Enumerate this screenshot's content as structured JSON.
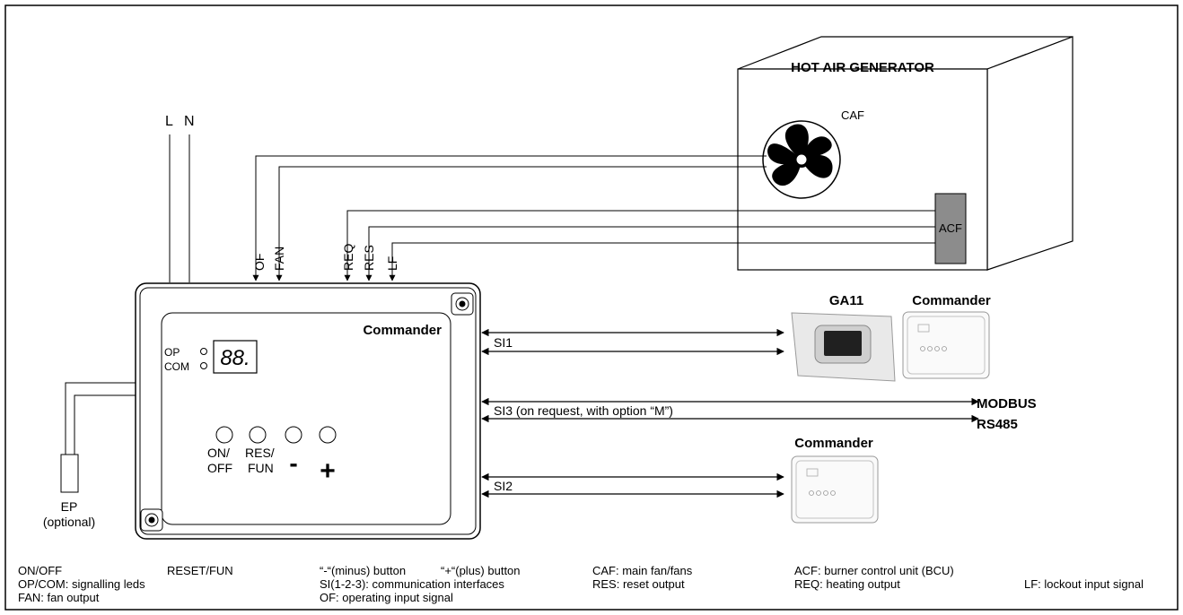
{
  "diagram": {
    "generator": {
      "title": "HOT AIR GENERATOR",
      "fan_label": "CAF",
      "bcu_label": "ACF"
    },
    "supply": {
      "l": "L",
      "n": "N"
    },
    "signals": {
      "of": "OF",
      "fan": "FAN",
      "req": "REQ",
      "res": "RES",
      "lf": "LF"
    },
    "commander": {
      "title": "Commander",
      "led_op": "OP",
      "led_com": "COM",
      "display": "88.",
      "btn_on_1": "ON/",
      "btn_on_2": "OFF",
      "btn_res_1": "RES/",
      "btn_res_2": "FUN",
      "btn_minus": "-",
      "btn_plus": "+"
    },
    "probe": {
      "label": "EP",
      "note": "(optional)"
    },
    "interfaces": {
      "si1": "SI1",
      "si3": "SI3 (on request, with option “M”)",
      "si2": "SI2",
      "modbus": "MODBUS",
      "rs485": "RS485"
    },
    "remotes": {
      "ga11": "GA11",
      "commander1": "Commander",
      "commander2": "Commander"
    }
  },
  "legend": {
    "on_off": "ON/OFF",
    "reset_fun": "RESET/FUN",
    "minus": "“-“(minus) button",
    "plus": "“+“(plus) button",
    "caf": "CAF: main fan/fans",
    "acf": "ACF: burner control unit (BCU)",
    "op_com": "OP/COM: signalling leds",
    "si": "SI(1-2-3): communication interfaces",
    "res": "RES: reset output",
    "req": "REQ: heating output",
    "lf": "LF: lockout input signal",
    "fan": "FAN: fan output",
    "of": "OF: operating input signal"
  }
}
